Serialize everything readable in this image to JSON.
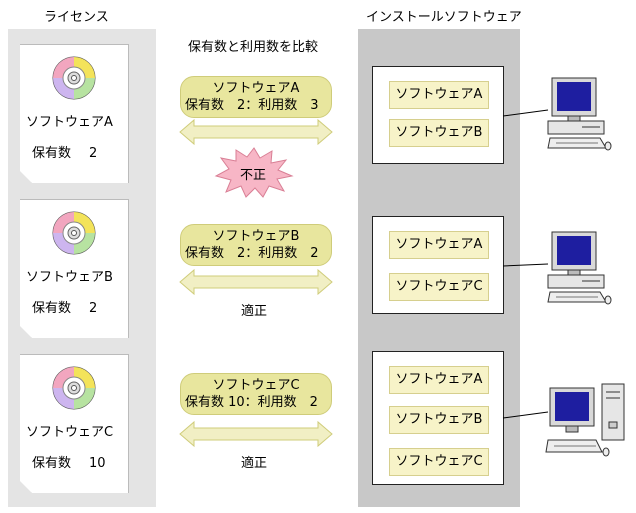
{
  "headings": {
    "license": "ライセンス",
    "compare": "保有数と利用数を比較",
    "installed": "インストールソフトウェア"
  },
  "licenses": [
    {
      "name": "ソフトウェアA",
      "held_label": "保有数",
      "held": "2"
    },
    {
      "name": "ソフトウェアB",
      "held_label": "保有数",
      "held": "2"
    },
    {
      "name": "ソフトウェアC",
      "held_label": "保有数",
      "held": "10"
    }
  ],
  "comparisons": [
    {
      "name": "ソフトウェアA",
      "counts": "保有数　2：利用数　3",
      "verdict": "不正"
    },
    {
      "name": "ソフトウェアB",
      "counts": "保有数　2：利用数　2",
      "verdict": "適正"
    },
    {
      "name": "ソフトウェアC",
      "counts": "保有数 10：利用数　2",
      "verdict": "適正"
    }
  ],
  "machines": [
    {
      "software": [
        "ソフトウェアA",
        "ソフトウェアB"
      ]
    },
    {
      "software": [
        "ソフトウェアA",
        "ソフトウェアC"
      ]
    },
    {
      "software": [
        "ソフトウェアA",
        "ソフトウェアB",
        "ソフトウェアC"
      ]
    }
  ],
  "colors": {
    "license_panel": "#e4e4e4",
    "install_panel": "#c8c8c8",
    "pill": "#e8e69e",
    "arrow": "#f1efc4",
    "burst": "#f7b6c6",
    "chip": "#f7f3c8",
    "monitor_screen": "#1e1ea0"
  },
  "icons": [
    "cd-disc-icon",
    "two-way-arrow-icon",
    "violation-burst-icon",
    "desktop-computer-icon"
  ]
}
